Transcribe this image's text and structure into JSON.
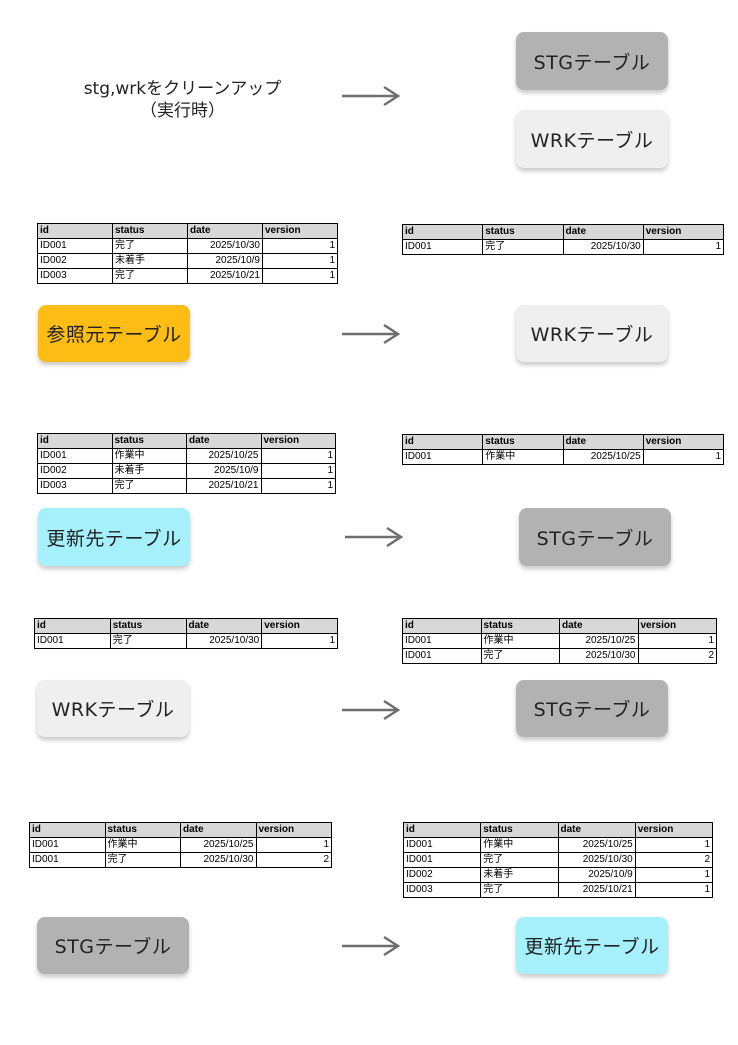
{
  "colors": {
    "stg": "#b2b2b2",
    "wrk": "#efefef",
    "ref": "#fdbd14",
    "dest": "#a6f0fb",
    "arrow": "#6f6f6f"
  },
  "caption": {
    "line1": "stg,wrkをクリーンアップ",
    "line2": "（実行時）"
  },
  "labels": {
    "stg": "STGテーブル",
    "wrk": "WRKテーブル",
    "ref": "参照元テーブル",
    "dest": "更新先テーブル"
  },
  "tables": {
    "columns": [
      "id",
      "status",
      "date",
      "version"
    ],
    "ref_source": [
      [
        "ID001",
        "完了",
        "2025/10/30",
        "1"
      ],
      [
        "ID002",
        "未着手",
        "2025/10/9",
        "1"
      ],
      [
        "ID003",
        "完了",
        "2025/10/21",
        "1"
      ]
    ],
    "wrk_result": [
      [
        "ID001",
        "完了",
        "2025/10/30",
        "1"
      ]
    ],
    "dest_source": [
      [
        "ID001",
        "作業中",
        "2025/10/25",
        "1"
      ],
      [
        "ID002",
        "未着手",
        "2025/10/9",
        "1"
      ],
      [
        "ID003",
        "完了",
        "2025/10/21",
        "1"
      ]
    ],
    "stg_result": [
      [
        "ID001",
        "作業中",
        "2025/10/25",
        "1"
      ]
    ],
    "wrk_source": [
      [
        "ID001",
        "完了",
        "2025/10/30",
        "1"
      ]
    ],
    "stg_merged": [
      [
        "ID001",
        "作業中",
        "2025/10/25",
        "1"
      ],
      [
        "ID001",
        "完了",
        "2025/10/30",
        "2"
      ]
    ],
    "stg_source": [
      [
        "ID001",
        "作業中",
        "2025/10/25",
        "1"
      ],
      [
        "ID001",
        "完了",
        "2025/10/30",
        "2"
      ]
    ],
    "dest_result": [
      [
        "ID001",
        "作業中",
        "2025/10/25",
        "1"
      ],
      [
        "ID001",
        "完了",
        "2025/10/30",
        "2"
      ],
      [
        "ID002",
        "未着手",
        "2025/10/9",
        "1"
      ],
      [
        "ID003",
        "完了",
        "2025/10/21",
        "1"
      ]
    ]
  }
}
